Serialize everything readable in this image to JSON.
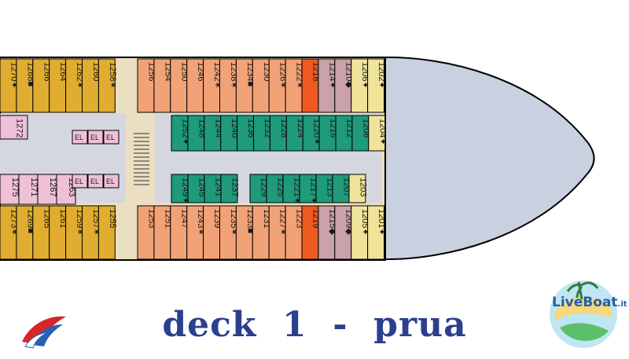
{
  "caption": "deck  1  -  prua",
  "brand": {
    "name": "LiveBoat",
    "tld": ".it"
  },
  "colors": {
    "gold": "#e1ad30",
    "salmon": "#f2a277",
    "red": "#ee5a1f",
    "mauve": "#c9a1a8",
    "cream": "#f0e49a",
    "teal": "#1f9a7a",
    "pink": "#efc0d8",
    "corridor": "#eadfc0",
    "hull": "#c9d0e0",
    "caption": "#2b3f8e"
  },
  "cabins": {
    "top_row": [
      "1270✦",
      "1268■",
      "1266",
      "1264",
      "1262✶",
      "1260",
      "1258✶",
      "1256",
      "1254",
      "1250",
      "1246",
      "1242✶",
      "1238✶",
      "1234■",
      "1230",
      "1226✶",
      "1222✶",
      "1218",
      "1214✦",
      "1210◆",
      "1206✦",
      "1202✦"
    ],
    "top_inner_teal": [
      "1252✦",
      "1248",
      "1244",
      "1240",
      "1236",
      "1232",
      "1228",
      "1224",
      "1220✦",
      "1216",
      "1212",
      "1208",
      "1204✦"
    ],
    "bottom_inner_teal": [
      "1249✦",
      "1245",
      "1241",
      "1237",
      "1229",
      "1225",
      "1221✦",
      "1217✦",
      "1213",
      "1207",
      "1203"
    ],
    "bottom_row": [
      "1273✶",
      "1269■",
      "1265",
      "1261",
      "1259✶",
      "1257✶",
      "1255",
      "1253",
      "1251",
      "1247",
      "1243✶",
      "1239",
      "1235✶",
      "1233■",
      "1231",
      "1227✶",
      "1223",
      "1219",
      "1215◆",
      "1209◆",
      "1205✦",
      "1201✦"
    ],
    "left_inner": [
      "1272",
      "1275",
      "1271",
      "1267",
      "1263"
    ],
    "elevators": [
      "EL",
      "EL",
      "EL",
      "EL",
      "EL",
      "EL"
    ]
  }
}
